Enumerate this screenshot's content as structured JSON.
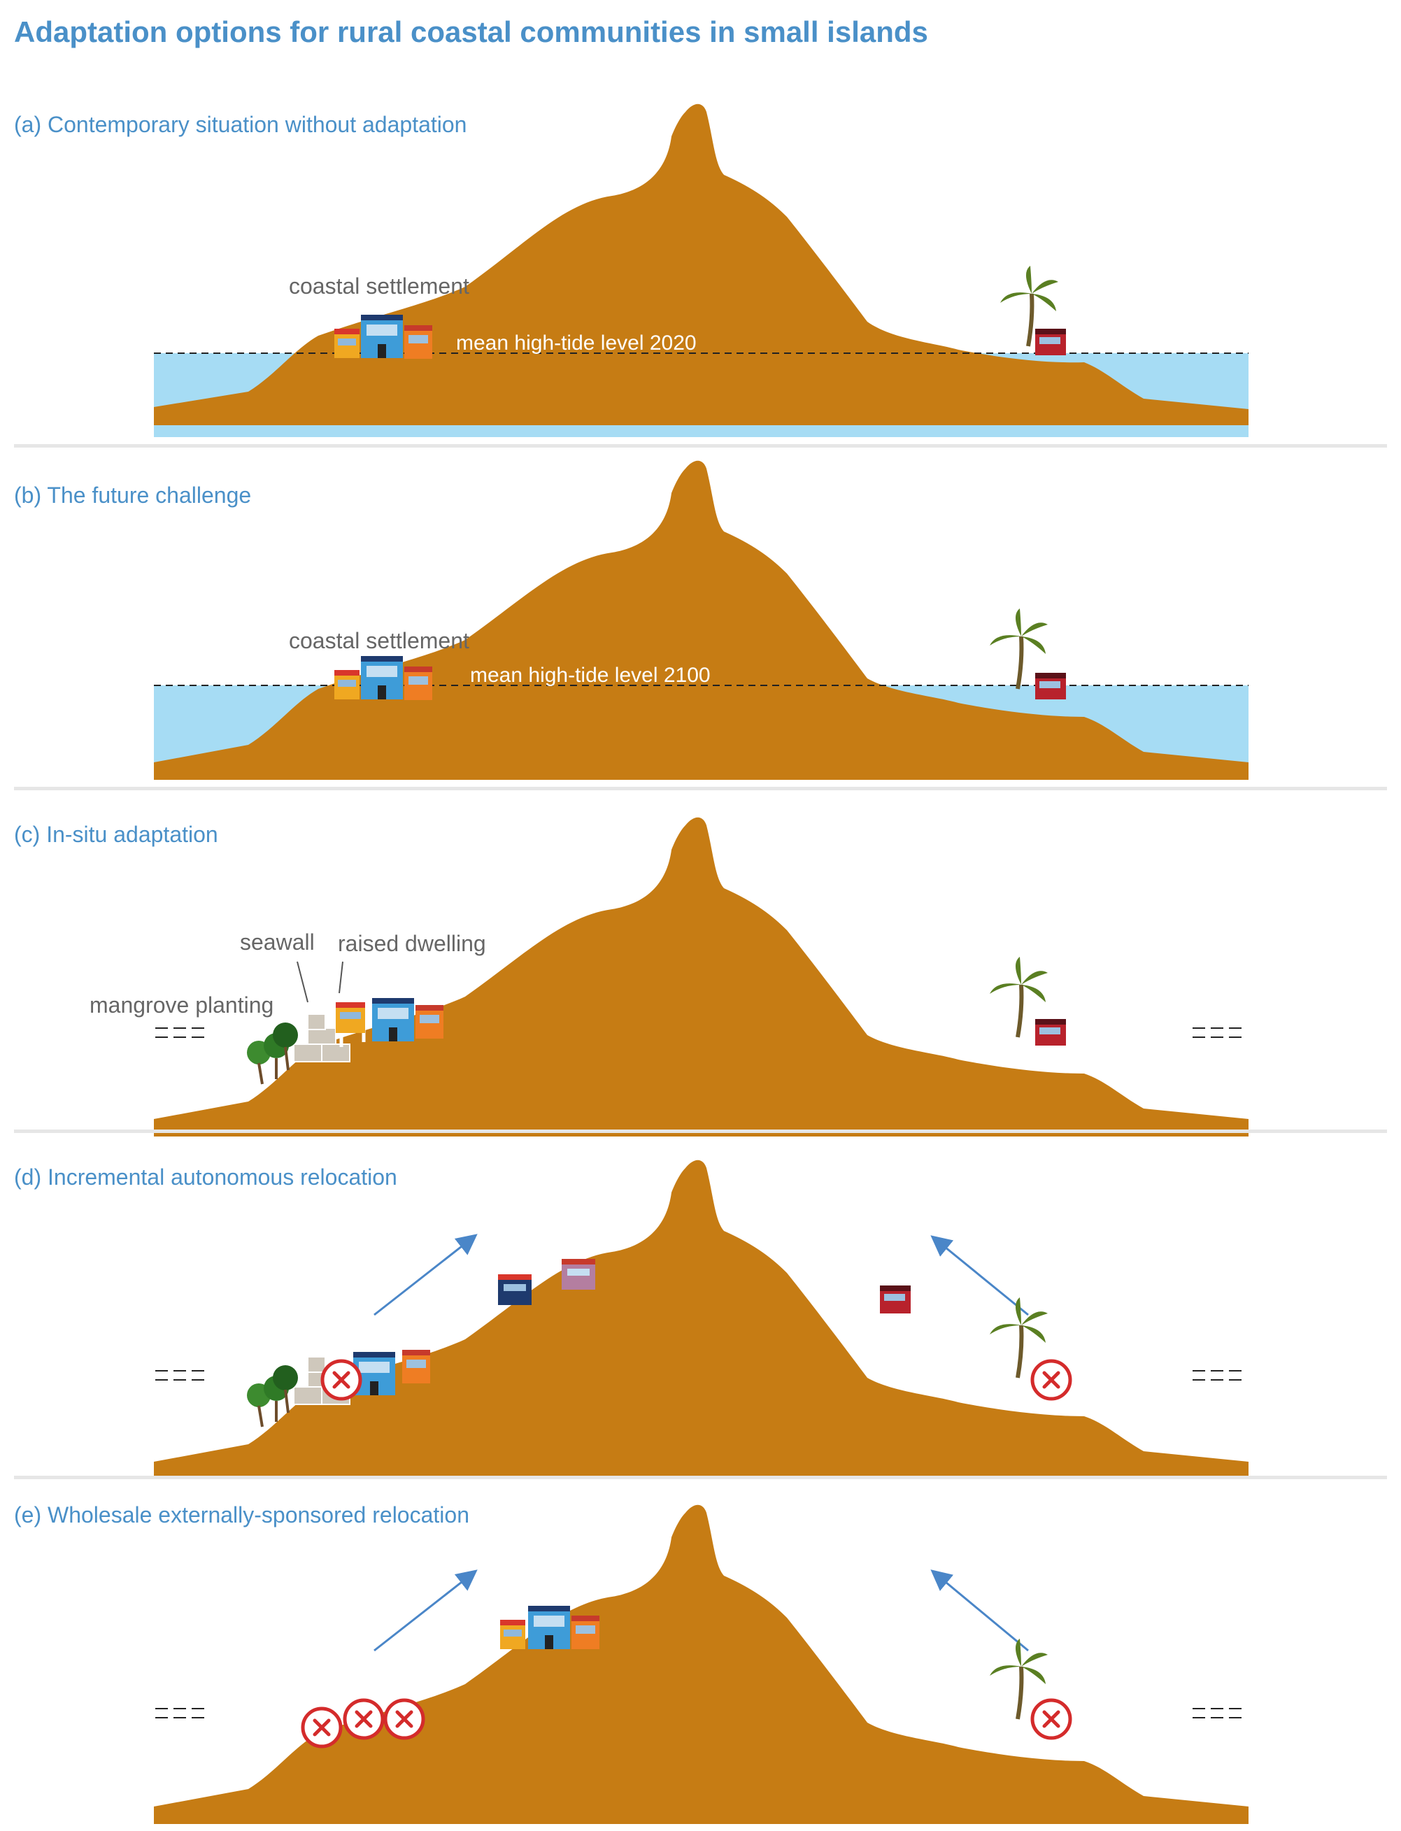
{
  "title": "Adaptation options for rural coastal communities in small islands",
  "colors": {
    "title": "#4a90c8",
    "land": "#c67c14",
    "water": "#a6dcf4",
    "label": "#666666",
    "arrow": "#4a86c8",
    "cross": "#d42b2b",
    "mangrove": "#2f8a2a",
    "seawall": "#cfc8bc"
  },
  "panels": [
    {
      "id": "a",
      "title": "(a) Contemporary situation without adaptation",
      "settlement_label": "coastal settlement",
      "tide_label": "mean high-tide level 2020"
    },
    {
      "id": "b",
      "title": "(b) The future challenge",
      "settlement_label": "coastal settlement",
      "tide_label": "mean high-tide level 2100"
    },
    {
      "id": "c",
      "title": "(c) In-situ adaptation",
      "seawall_label": "seawall",
      "raised_label": "raised dwelling",
      "mangrove_label": "mangrove planting"
    },
    {
      "id": "d",
      "title": "(d) Incremental autonomous relocation"
    },
    {
      "id": "e",
      "title": "(e) Wholesale externally-sponsored relocation"
    }
  ]
}
